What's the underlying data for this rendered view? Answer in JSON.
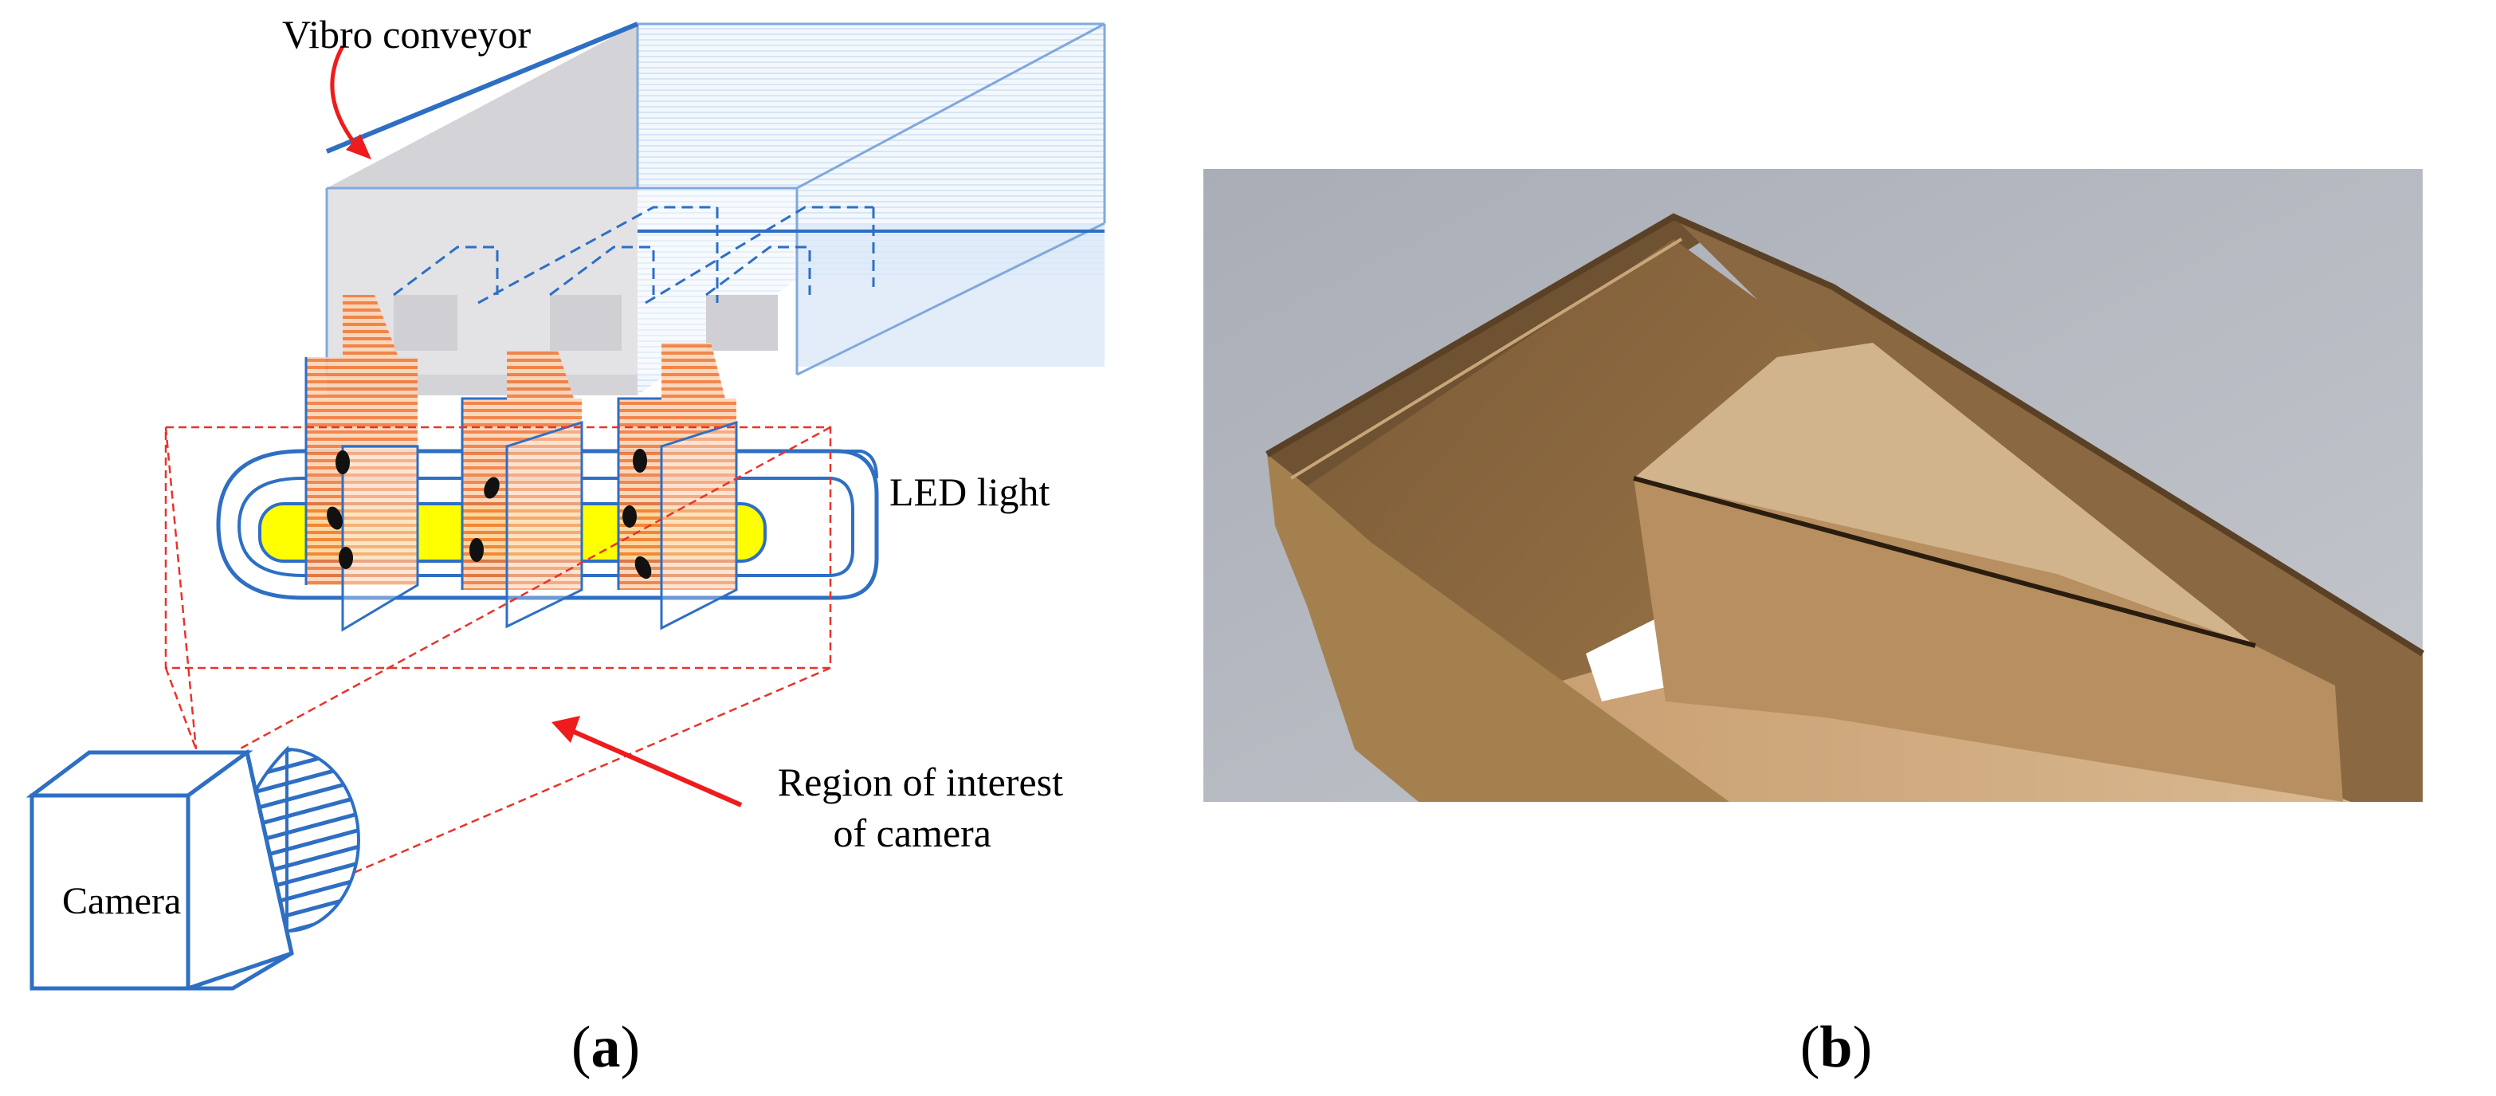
{
  "diagram": {
    "labels": {
      "vibro_conveyor": "Vibro conveyor",
      "led_light": "LED light",
      "roi_line1": "Region of interest",
      "roi_line2": "of camera",
      "camera": "Camera"
    }
  },
  "captions": {
    "a_open": "(",
    "a_letter": "a",
    "a_close": ")",
    "b_open": "(",
    "b_letter": "b",
    "b_close": ")"
  },
  "colors": {
    "outline_blue": "#2e6fc4",
    "arrow_red": "#ee1c1c",
    "roi_red": "#e8342a",
    "led_yellow": "#ffff00",
    "chute_orange": "#f07a3a",
    "panel_gray": "#d4d4d8",
    "kernel_black": "#111111",
    "cardboard": "#b88f60"
  }
}
